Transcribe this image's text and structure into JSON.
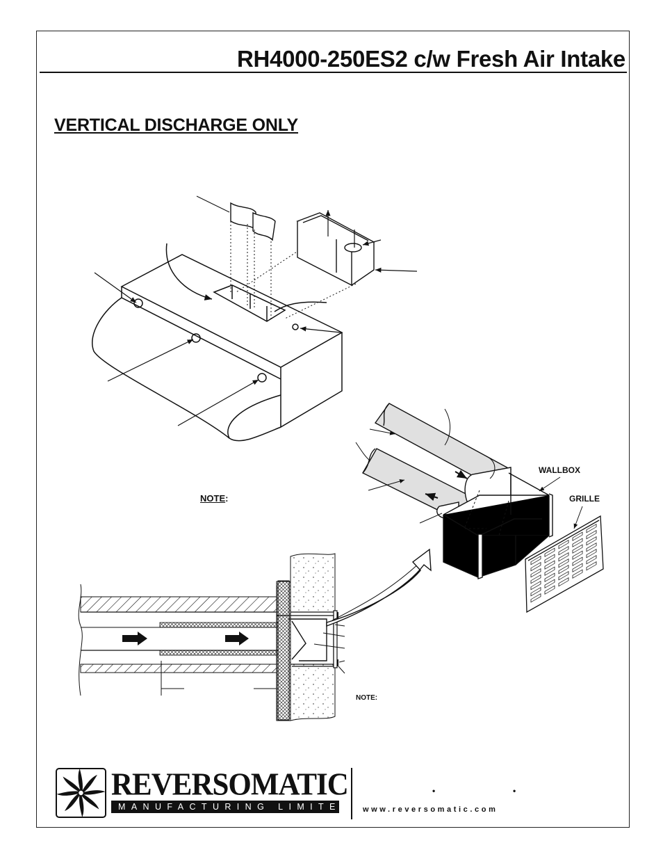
{
  "header": {
    "title": "RH4000-250ES2 c/w Fresh Air Intake",
    "subtitle": "VERTICAL DISCHARGE ONLY"
  },
  "diagram": {
    "labels": {
      "wallbox": "WALLBOX",
      "grille": "GRILLE"
    },
    "note_main": "NOTE",
    "note_main_suffix": ":",
    "note_small": "NOTE:"
  },
  "footer": {
    "brand": "REVERSOMATIC",
    "brand_sub": "MANUFACTURING LIMITED",
    "website": "www.reversomatic.com",
    "separators": [
      "•",
      "•"
    ]
  },
  "icons": {
    "logo": "fan-logo-icon"
  },
  "colors": {
    "ink": "#111111",
    "duct_shade": "#d9d9d9",
    "background": "#ffffff"
  }
}
